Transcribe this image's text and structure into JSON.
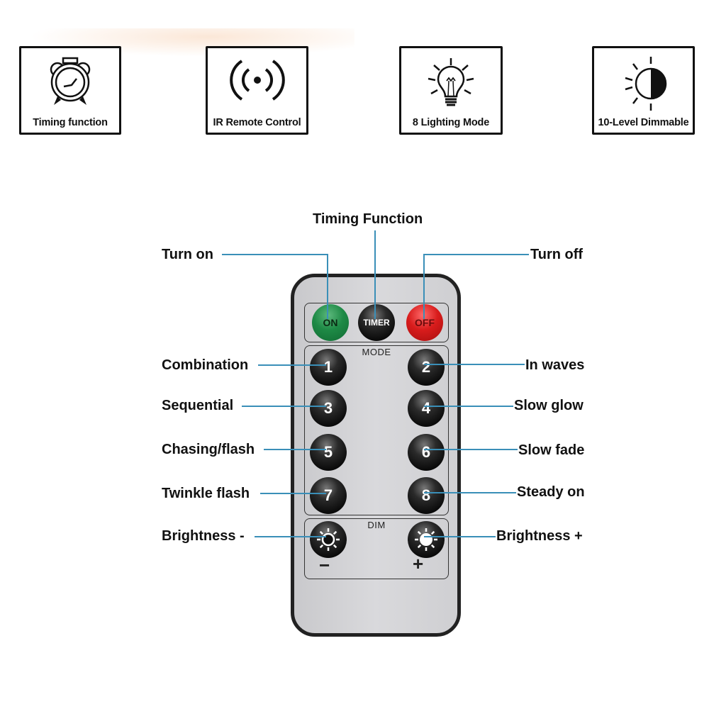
{
  "features": [
    {
      "icon": "alarm-clock-icon",
      "label": "Timing function"
    },
    {
      "icon": "ir-signal-icon",
      "label": "IR Remote Control"
    },
    {
      "icon": "light-bulb-icon",
      "label": "8 Lighting Mode"
    },
    {
      "icon": "half-sun-icon",
      "label": "10-Level Dimmable"
    }
  ],
  "callouts": {
    "timing": "Timing Function",
    "turn_on": "Turn on",
    "turn_off": "Turn off",
    "m1": "Combination",
    "m2": "In waves",
    "m3": "Sequential",
    "m4": "Slow glow",
    "m5": "Chasing/flash",
    "m6": "Slow fade",
    "m7": "Twinkle flash",
    "m8": "Steady on",
    "dim_minus": "Brightness -",
    "dim_plus": "Brightness +"
  },
  "remote": {
    "on": "ON",
    "timer": "TIMER",
    "off": "OFF",
    "mode_title": "MODE",
    "modes": [
      "1",
      "2",
      "3",
      "4",
      "5",
      "6",
      "7",
      "8"
    ],
    "dim_title": "DIM",
    "minus": "−",
    "plus": "+"
  },
  "colors": {
    "leader_line": "#3a8fb8",
    "on_button": "#1e8a46",
    "off_button": "#d81c1c"
  }
}
